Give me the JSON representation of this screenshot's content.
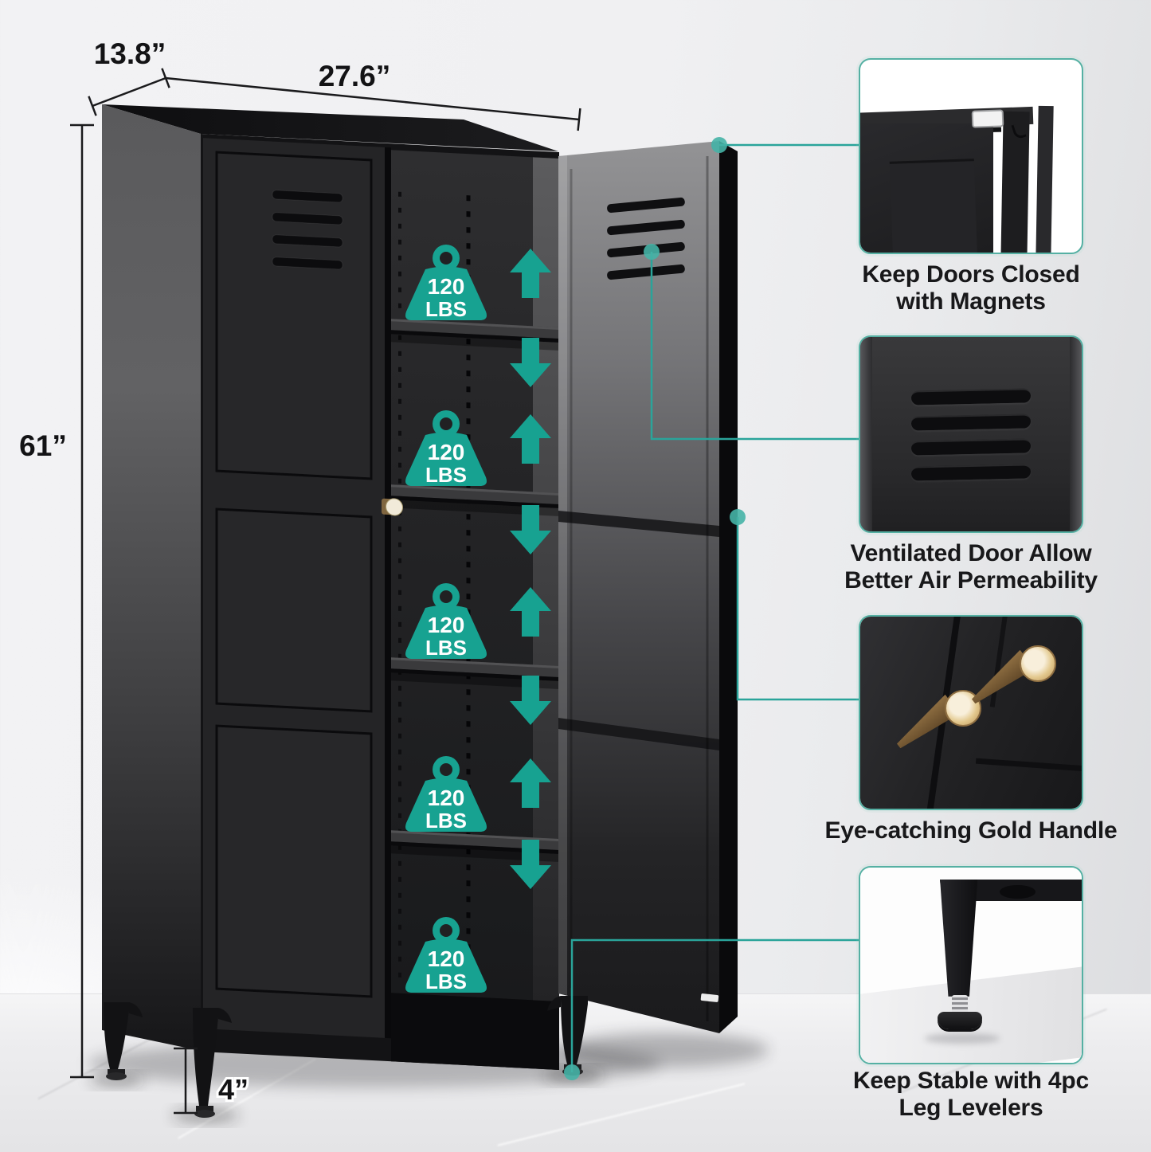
{
  "product_diagram": {
    "dimensions": {
      "width_label": "27.6”",
      "depth_label": "13.8”",
      "height_label": "61”",
      "leg_height_label": "4”"
    },
    "shelf_capacity_badges": [
      {
        "value": "120",
        "unit": "LBS"
      },
      {
        "value": "120",
        "unit": "LBS"
      },
      {
        "value": "120",
        "unit": "LBS"
      },
      {
        "value": "120",
        "unit": "LBS"
      },
      {
        "value": "120",
        "unit": "LBS"
      }
    ],
    "accent_color": "#17a291"
  },
  "callouts": [
    {
      "line1": "Keep Doors Closed",
      "line2": "with Magnets"
    },
    {
      "line1": "Ventilated Door Allow",
      "line2": "Better Air Permeability"
    },
    {
      "line1": "Eye-catching Gold Handle",
      "line2": ""
    },
    {
      "line1": "Keep Stable with 4pc",
      "line2": "Leg Levelers"
    }
  ]
}
